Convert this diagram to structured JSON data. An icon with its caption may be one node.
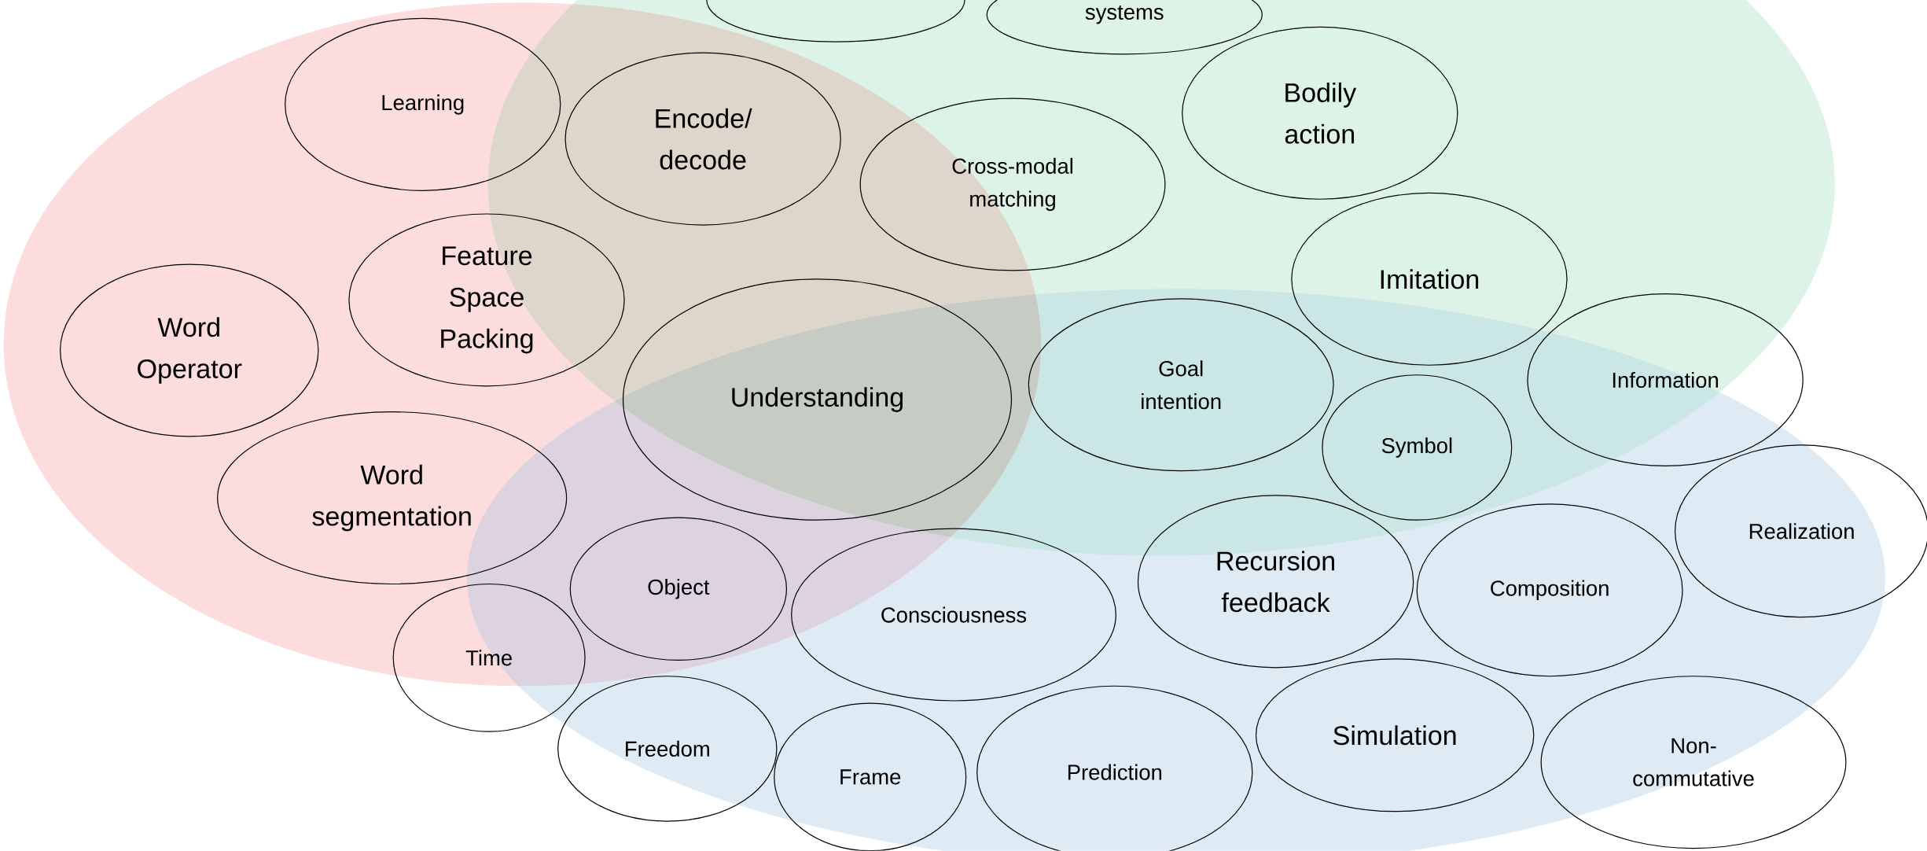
{
  "diagram": {
    "nodes": [
      {
        "text": [],
        "shape": "ellipse"
      },
      {
        "text": [
          "systems"
        ]
      },
      {
        "text": [
          "Learning"
        ]
      },
      {
        "text": [
          "Encode/ decode"
        ]
      },
      {
        "text": [
          "Cross-modal matching"
        ]
      },
      {
        "text": [
          "Bodily action"
        ]
      },
      {
        "text": [
          "Feature Space Packing"
        ]
      },
      {
        "text": [
          "Word Operator"
        ]
      },
      {
        "text": [
          "Imitation"
        ]
      },
      {
        "text": [
          "Understanding"
        ]
      },
      {
        "text": [
          "Goal intention"
        ]
      },
      {
        "text": [
          "Information"
        ]
      },
      {
        "text": [
          "Symbol"
        ]
      },
      {
        "text": [
          "Word segmentation"
        ]
      },
      {
        "text": [
          "Realization"
        ]
      },
      {
        "text": [
          "Recursion feedback"
        ]
      },
      {
        "text": [
          "Composition"
        ]
      },
      {
        "text": [
          "Object"
        ]
      },
      {
        "text": [
          "Consciousness"
        ]
      },
      {
        "text": [
          "Time"
        ]
      },
      {
        "text": [
          "Simulation"
        ]
      },
      {
        "text": [
          "Freedom"
        ]
      },
      {
        "text": [
          "Frame"
        ]
      },
      {
        "text": [
          "Prediction"
        ]
      },
      {
        "text": [
          "Non- commutative"
        ]
      }
    ]
  }
}
